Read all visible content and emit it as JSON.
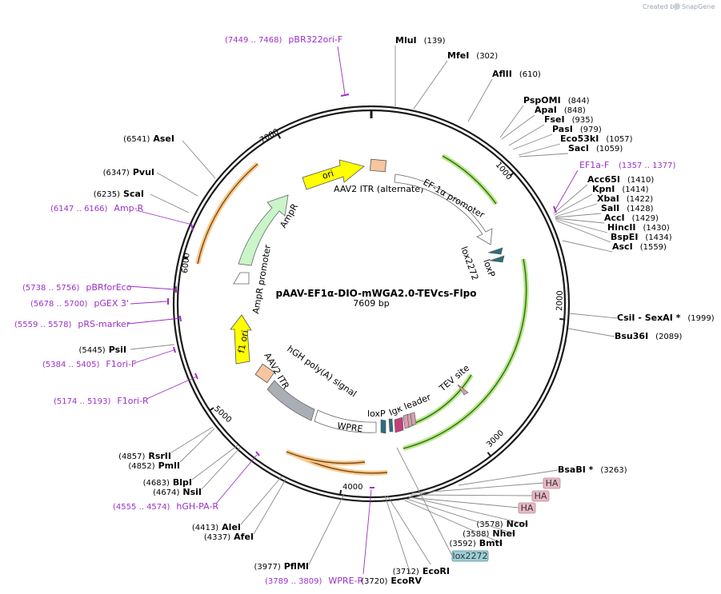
{
  "credit": "Created by",
  "brand": "SnapGene",
  "plasmid": {
    "name": "pAAV-EF1α-DIO-mWGA2.0-TEVcs-Flpo",
    "size": "7609 bp"
  },
  "ticks": [
    "1000",
    "2000",
    "3000",
    "4000",
    "5000",
    "6000",
    "7000"
  ],
  "enzymes": [
    {
      "name": "MluI",
      "pos": "(139)"
    },
    {
      "name": "MfeI",
      "pos": "(302)"
    },
    {
      "name": "AflII",
      "pos": "(610)"
    },
    {
      "name": "PspOMI",
      "pos": "(844)"
    },
    {
      "name": "ApaI",
      "pos": "(848)"
    },
    {
      "name": "FseI",
      "pos": "(935)"
    },
    {
      "name": "PasI",
      "pos": "(979)"
    },
    {
      "name": "Eco53kI",
      "pos": "(1057)"
    },
    {
      "name": "SacI",
      "pos": "(1059)"
    },
    {
      "name": "Acc65I",
      "pos": "(1410)"
    },
    {
      "name": "KpnI",
      "pos": "(1414)"
    },
    {
      "name": "XbaI",
      "pos": "(1422)"
    },
    {
      "name": "SalI",
      "pos": "(1428)"
    },
    {
      "name": "AccI",
      "pos": "(1429)"
    },
    {
      "name": "HincII",
      "pos": "(1430)"
    },
    {
      "name": "BspEI",
      "pos": "(1434)"
    },
    {
      "name": "AscI",
      "pos": "(1559)"
    },
    {
      "name": "CsiI  - SexAI *",
      "pos": "(1999)"
    },
    {
      "name": "Bsu36I",
      "pos": "(2089)"
    },
    {
      "name": "BsaBI *",
      "pos": "(3263)"
    },
    {
      "name": "NcoI",
      "pos": "(3578)"
    },
    {
      "name": "NheI",
      "pos": "(3588)"
    },
    {
      "name": "BmtI",
      "pos": "(3592)"
    },
    {
      "name": "EcoRI",
      "pos": "(3712)"
    },
    {
      "name": "EcoRV",
      "pos": "(3720)"
    },
    {
      "name": "PflMI",
      "pos": "(3977)"
    },
    {
      "name": "AfeI",
      "pos": "(4337)"
    },
    {
      "name": "AleI",
      "pos": "(4413)"
    },
    {
      "name": "NsiI",
      "pos": "(4674)"
    },
    {
      "name": "BlpI",
      "pos": "(4683)"
    },
    {
      "name": "PmlI",
      "pos": "(4852)"
    },
    {
      "name": "RsrII",
      "pos": "(4857)"
    },
    {
      "name": "PsiI",
      "pos": "(5445)"
    },
    {
      "name": "ScaI",
      "pos": "(6235)"
    },
    {
      "name": "PvuI",
      "pos": "(6347)"
    },
    {
      "name": "AseI",
      "pos": "(6541)"
    }
  ],
  "primers": [
    {
      "name": "pBR322ori-F",
      "pos": "(7449 .. 7468)"
    },
    {
      "name": "EF1a-F",
      "pos": "(1357 .. 1377)"
    },
    {
      "name": "Amp-R",
      "pos": "(6147 .. 6166)"
    },
    {
      "name": "pBRforEco",
      "pos": "(5738 .. 5756)"
    },
    {
      "name": "pGEX 3'",
      "pos": "(5678 .. 5700)"
    },
    {
      "name": "pRS-marker",
      "pos": "(5559 .. 5578)"
    },
    {
      "name": "F1ori-F",
      "pos": "(5384 .. 5405)"
    },
    {
      "name": "F1ori-R",
      "pos": "(5174 .. 5193)"
    },
    {
      "name": "hGH-PA-R",
      "pos": "(4555 .. 4574)"
    },
    {
      "name": "WPRE-R",
      "pos": "(3789 .. 3809)"
    }
  ],
  "features": {
    "ori": "ori",
    "itr_alt": "AAV2 ITR (alternate)",
    "ef1a": "EF-1α promoter",
    "lox2272": "lox2272",
    "loxp": "loxP",
    "ampr": "AmpR",
    "ampr_promoter": "AmpR promoter",
    "f1ori": "f1 ori",
    "itr": "AAV2 ITR",
    "hgh": "hGH poly(A) signal",
    "wpre": "WPRE",
    "loxp2": "loxP",
    "igk": "Igκ leader",
    "tev": "TEV site"
  },
  "tags": [
    "HA",
    "HA",
    "HA",
    "lox2272"
  ],
  "colors": {
    "backbone": "#1a1a1a",
    "enzyme_line": "#888888",
    "primer": "#9b30c8",
    "orange_arrow": "#f7c98e",
    "green_arrow": "#b7e68a",
    "yellow": "#ffff00",
    "ampr": "#c9f5c9",
    "itr": "#f7c59f",
    "hgh": "#a9aeb5",
    "lox": "#2d6e7e",
    "tag_pink": "#e8b8c5",
    "tag_teal": "#9ccfd8"
  }
}
